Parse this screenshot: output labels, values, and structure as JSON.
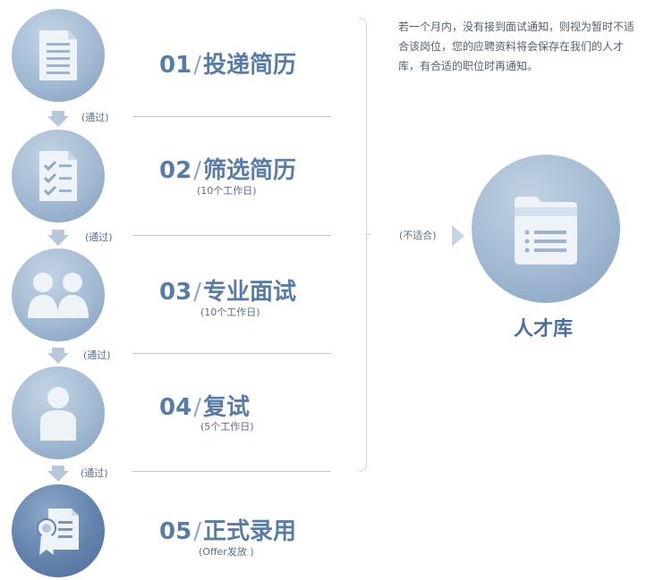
{
  "steps": [
    {
      "num": "01",
      "name": "投递简历",
      "sub": "",
      "icon": "resume-document-icon"
    },
    {
      "num": "02",
      "name": "筛选简历",
      "sub": "(10个工作日)",
      "icon": "checklist-document-icon"
    },
    {
      "num": "03",
      "name": "专业面试",
      "sub": "(10个工作日)",
      "icon": "two-people-icon"
    },
    {
      "num": "04",
      "name": "复试",
      "sub": "(5个工作日)",
      "icon": "person-icon"
    },
    {
      "num": "05",
      "name": "正式录用",
      "sub": "(Offer发放 )",
      "icon": "certificate-icon"
    }
  ],
  "pass_labels": [
    "(通过)",
    "(通过)",
    "(通过)",
    "(通过)"
  ],
  "note": "若一个月内，没有接到面试通知，则视为暂时不适合该岗位，您的应聘资料将会保存在我们的人才库，有合适的职位时再通知。",
  "unsuitable": "(不适合)",
  "talent_pool": {
    "label": "人才库",
    "icon": "folder-list-icon"
  },
  "colors": {
    "title": "#5a7ca4",
    "circle": "#a3bad3",
    "final_circle": "#6383ad"
  }
}
